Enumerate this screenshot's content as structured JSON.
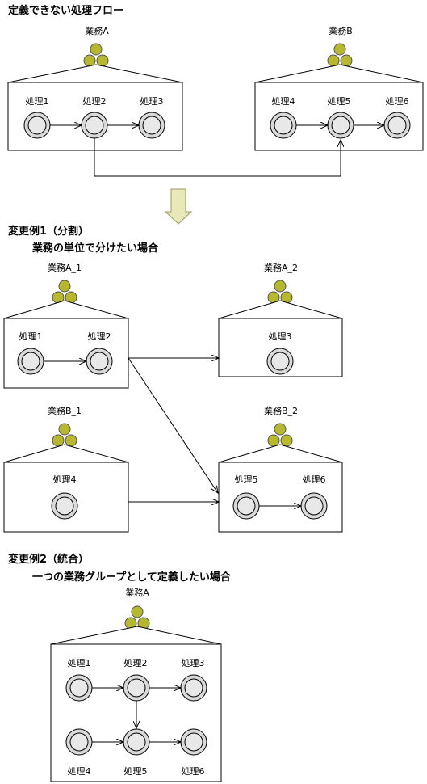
{
  "section1": {
    "title": "定義できない処理フロー",
    "groups": [
      {
        "name": "業務A",
        "processes": [
          "処理1",
          "処理2",
          "処理3"
        ]
      },
      {
        "name": "業務B",
        "processes": [
          "処理4",
          "処理5",
          "処理6"
        ]
      }
    ]
  },
  "section2": {
    "title": "変更例1（分割）",
    "subtitle": "業務の単位で分けたい場合",
    "groups": [
      {
        "name": "業務A_1",
        "processes": [
          "処理1",
          "処理2"
        ]
      },
      {
        "name": "業務A_2",
        "processes": [
          "処理3"
        ]
      },
      {
        "name": "業務B_1",
        "processes": [
          "処理4"
        ]
      },
      {
        "name": "業務B_2",
        "processes": [
          "処理5",
          "処理6"
        ]
      }
    ]
  },
  "section3": {
    "title": "変更例2（統合）",
    "subtitle": "一つの業務グループとして定義したい場合",
    "groups": [
      {
        "name": "業務A",
        "processes": [
          "処理1",
          "処理2",
          "処理3",
          "処理4",
          "処理5",
          "処理6"
        ]
      }
    ]
  },
  "colors": {
    "node_outer": "#d9d9d9",
    "node_inner": "#e8e8e8",
    "group_icon": "#b8b830",
    "arrow_fill": "#e8e8b8",
    "arrow_stroke": "#9a9a60"
  }
}
